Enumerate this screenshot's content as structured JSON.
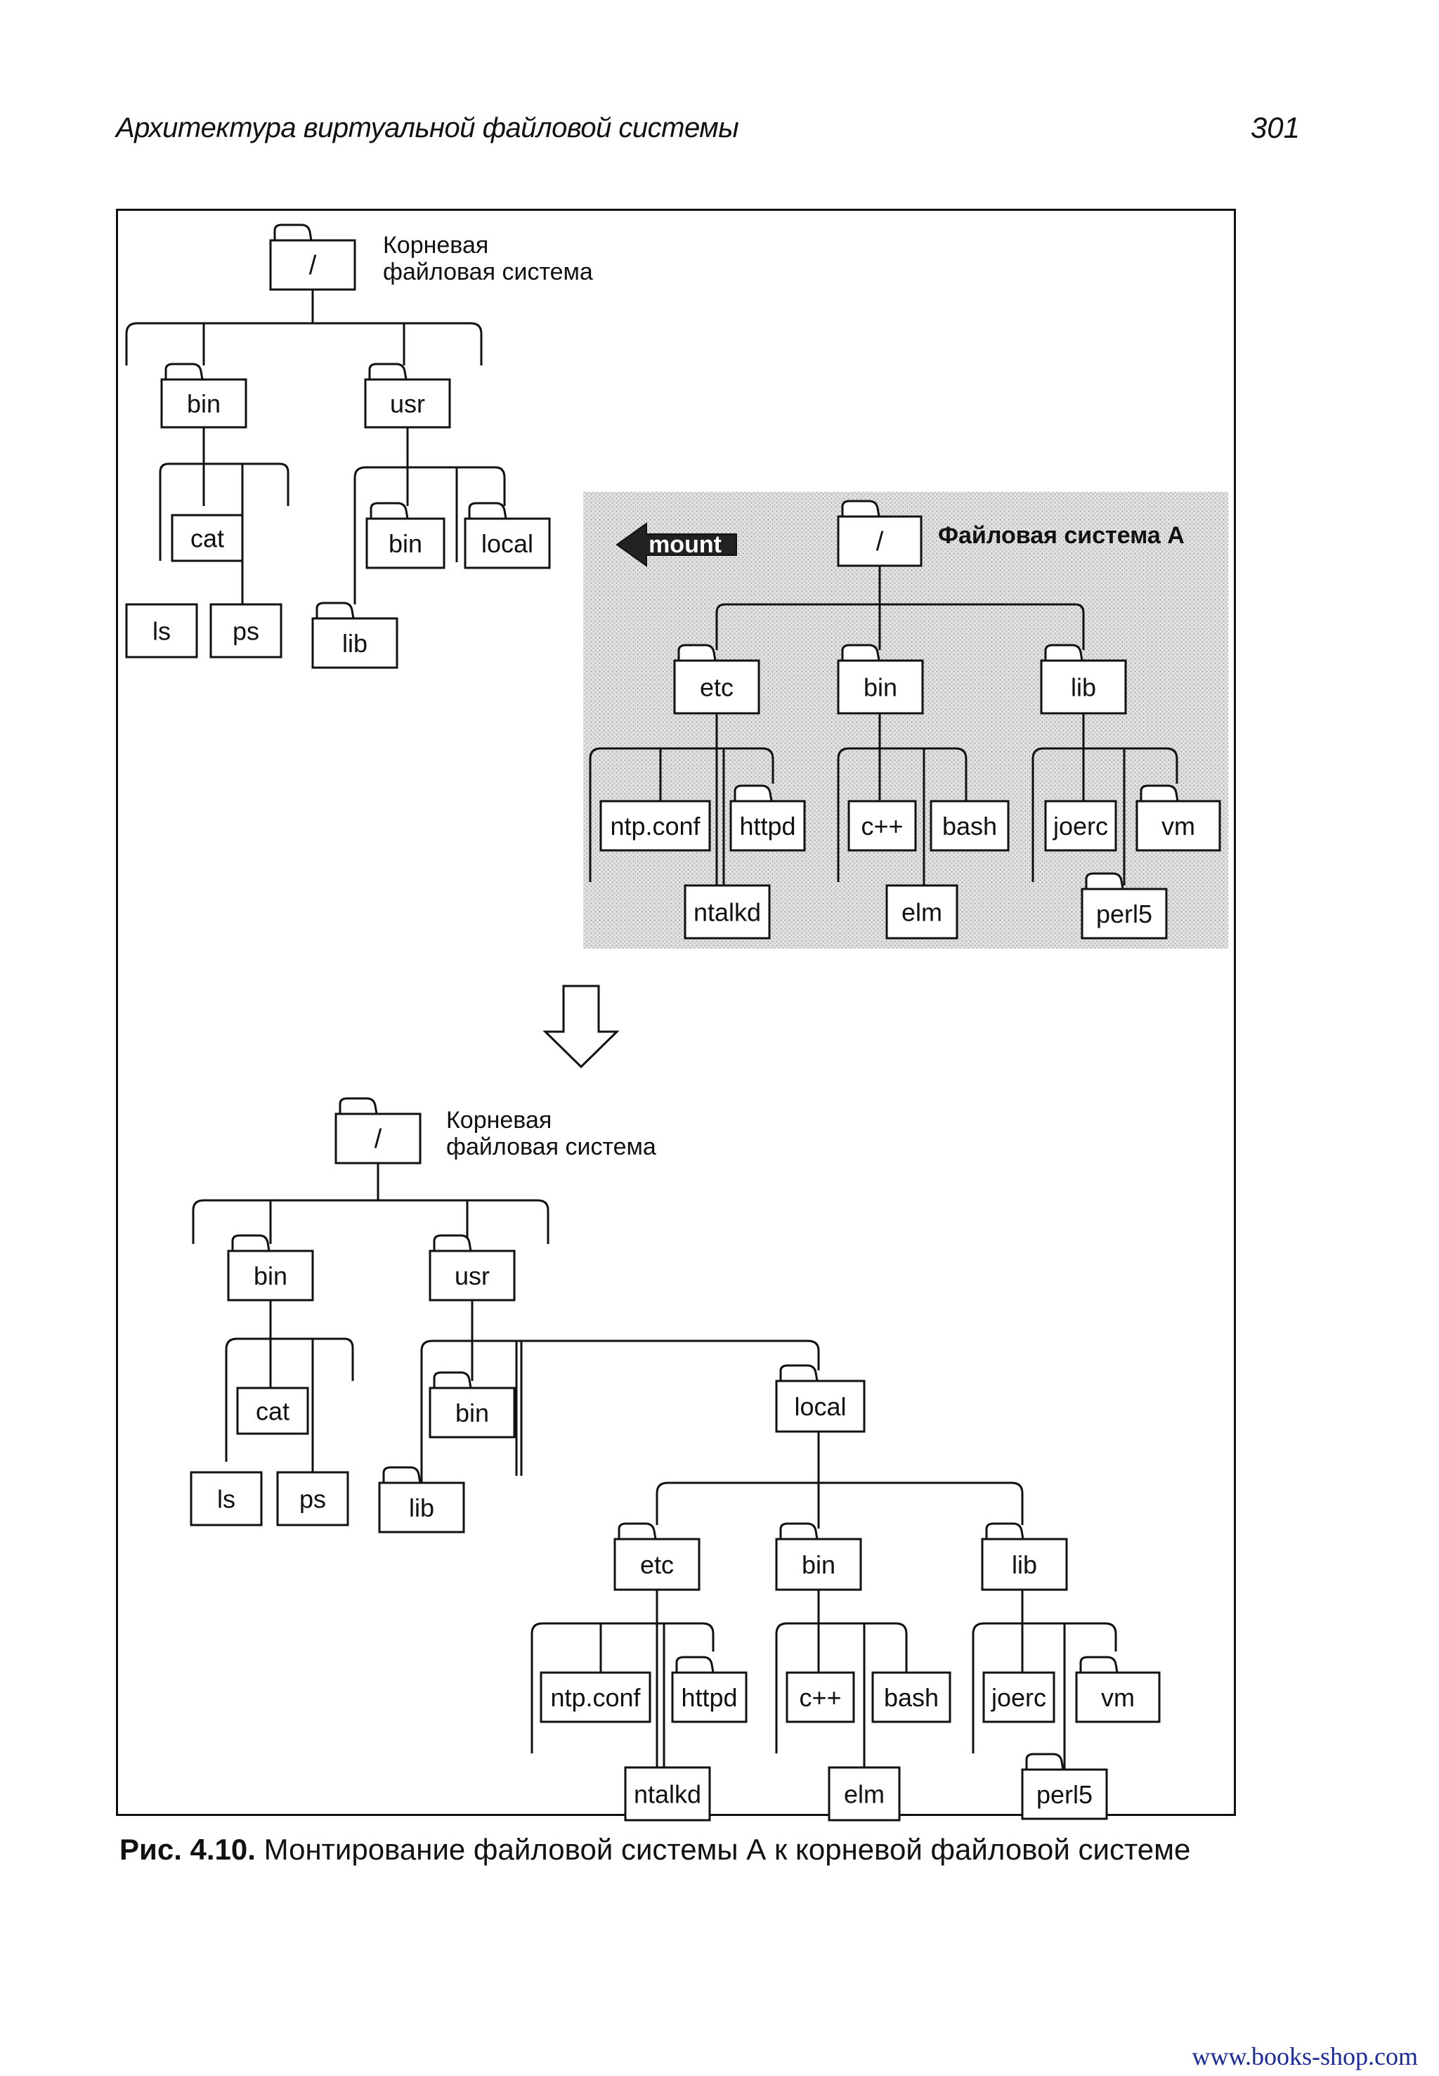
{
  "header": {
    "running_title": "Архитектура виртуальной файловой системы",
    "page_number": "301"
  },
  "figure": {
    "root_label_line1": "Корневая",
    "root_label_line2": "файловая система",
    "fs_a_label": "Файловая система А",
    "mount_label": "mount",
    "top_root": {
      "name": "/",
      "children": [
        {
          "name": "bin",
          "children": [
            "cat",
            "ls",
            "ps"
          ]
        },
        {
          "name": "usr",
          "children": [
            "bin",
            "local",
            "lib"
          ]
        }
      ]
    },
    "fs_a": {
      "name": "/",
      "children": [
        {
          "name": "etc",
          "children": [
            "ntp.conf",
            "httpd",
            "ntalkd"
          ]
        },
        {
          "name": "bin",
          "children": [
            "c++",
            "bash",
            "elm"
          ]
        },
        {
          "name": "lib",
          "children": [
            "joerc",
            "vm",
            "perl5"
          ]
        }
      ]
    },
    "result": {
      "name": "/",
      "children": [
        {
          "name": "bin",
          "children": [
            "cat",
            "ls",
            "ps"
          ]
        },
        {
          "name": "usr",
          "children": [
            "bin",
            "lib",
            {
              "name": "local",
              "children": [
                {
                  "name": "etc",
                  "children": [
                    "ntp.conf",
                    "httpd",
                    "ntalkd"
                  ]
                },
                {
                  "name": "bin",
                  "children": [
                    "c++",
                    "bash",
                    "elm"
                  ]
                },
                {
                  "name": "lib",
                  "children": [
                    "joerc",
                    "vm",
                    "perl5"
                  ]
                }
              ]
            }
          ]
        }
      ]
    }
  },
  "caption": {
    "label": "Рис. 4.10.",
    "text": "Монтирование файловой системы А к корневой файловой системе"
  },
  "watermark": "www.books-shop.com"
}
